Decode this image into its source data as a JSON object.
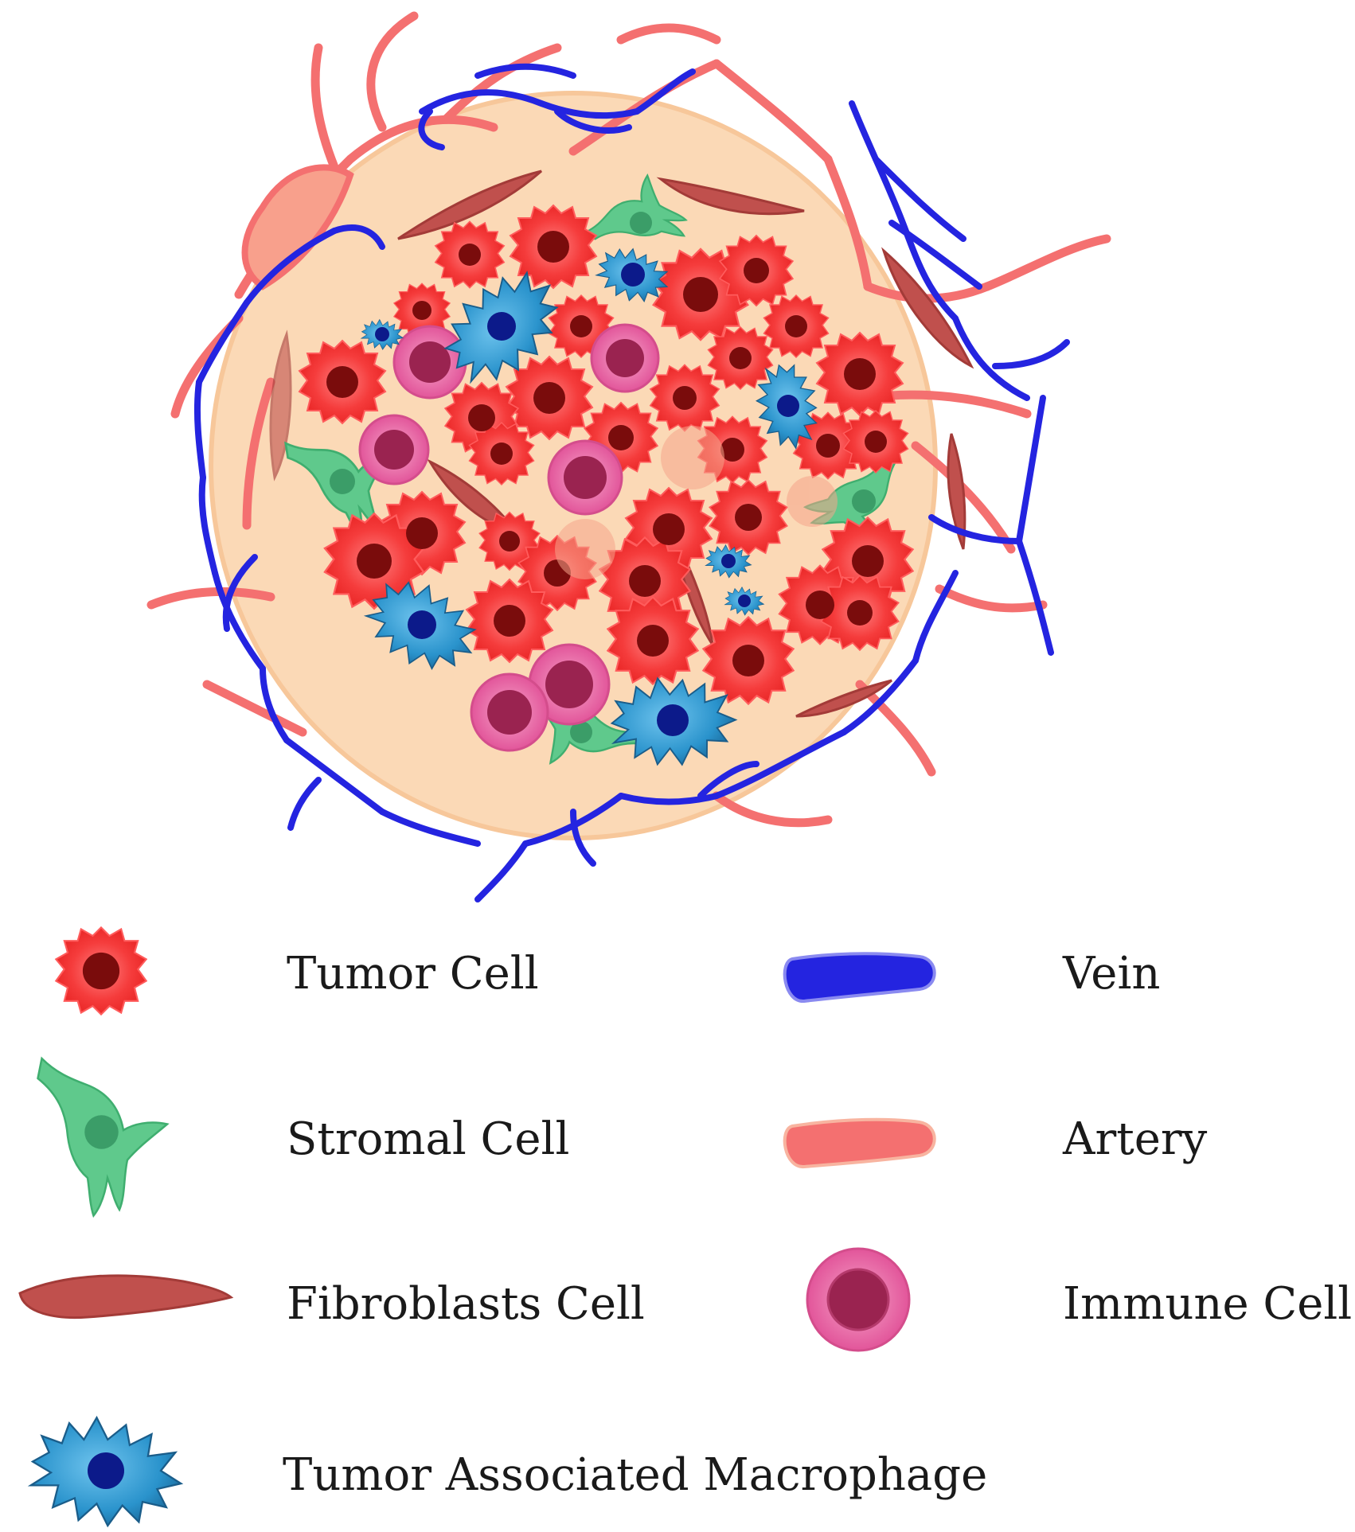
{
  "legend": {
    "tumor_cell": "Tumor Cell",
    "stromal_cell": "Stromal Cell",
    "fibroblasts_cell": "Fibroblasts Cell",
    "tam": "Tumor Associated Macrophage",
    "vein": "Vein",
    "artery": "Artery",
    "immune_cell": "Immune Cell"
  },
  "colors": {
    "tissue": "#fbd9b6",
    "tumor_cell": "#f23b3b",
    "tumor_nucleus": "#7a0c0c",
    "stromal_cell": "#5fc98c",
    "fibroblast": "#c0504d",
    "macrophage": "#2a9ad1",
    "macrophage_nucleus": "#0c1a8a",
    "vein": "#2424e0",
    "artery": "#f47070",
    "immune_cell": "#e0609a",
    "immune_nucleus": "#9a2350"
  }
}
